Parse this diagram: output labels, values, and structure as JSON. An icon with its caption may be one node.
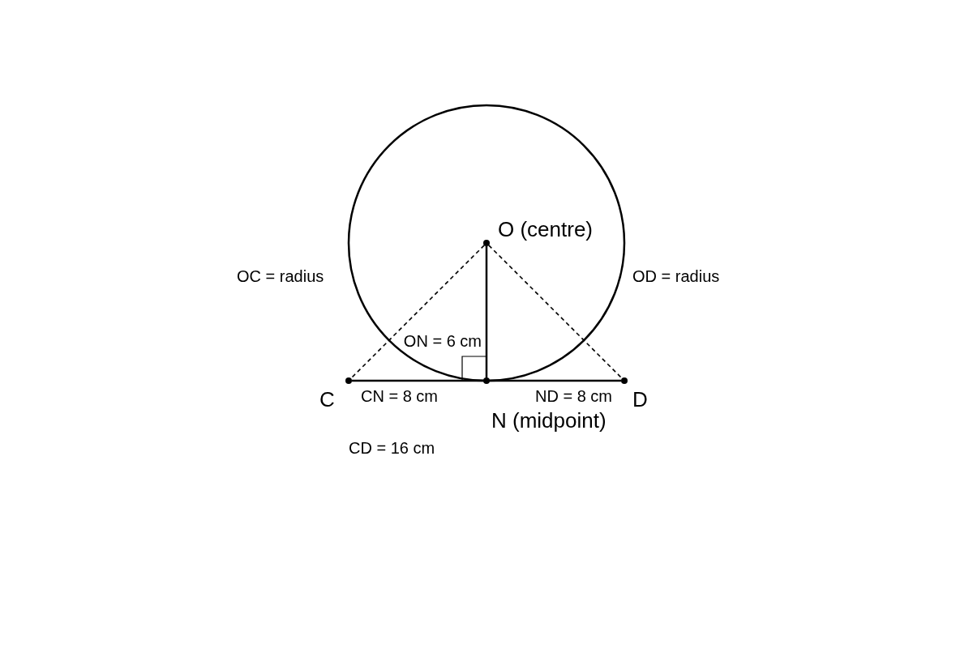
{
  "diagram": {
    "nodes": [
      {
        "text": [],
        "shape": "circle",
        "beside": [
          "O (centre)"
        ]
      },
      {
        "text": [],
        "shape": "circle",
        "beside": [
          "C"
        ]
      },
      {
        "text": [],
        "shape": "circle",
        "beside": [
          "N (midpoint)"
        ]
      },
      {
        "text": [],
        "shape": "circle",
        "beside": [
          "D"
        ]
      }
    ],
    "edges": [
      {
        "from": 0,
        "to": 1,
        "arrow": "none",
        "style": "dashed"
      },
      {
        "from": 0,
        "to": 3,
        "arrow": "none",
        "style": "dashed"
      },
      {
        "from": 0,
        "to": 2,
        "arrow": "none"
      },
      {
        "from": 1,
        "to": 2,
        "arrow": "none"
      },
      {
        "from": 2,
        "to": 3,
        "arrow": "none"
      }
    ],
    "labels": [
      "OC = radius",
      "OD = radius",
      "ON = 6 cm",
      "CN = 8 cm",
      "ND = 8 cm",
      "CD = 16 cm"
    ]
  }
}
